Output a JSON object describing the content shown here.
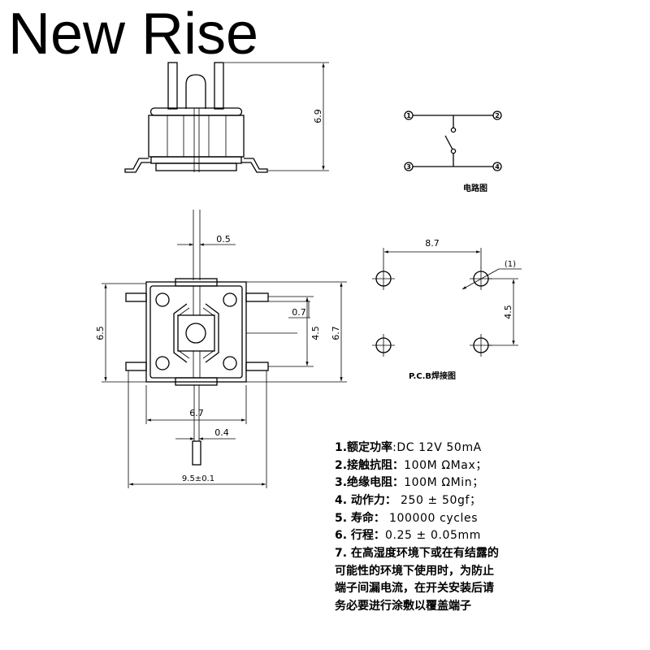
{
  "brand": {
    "title": "New Rise"
  },
  "side_view": {
    "height_dim": "6.9"
  },
  "circuit": {
    "terminals": [
      "1",
      "2",
      "3",
      "4"
    ],
    "caption": "电路图"
  },
  "top_view": {
    "pin_width_top": "0.5",
    "body_height": "6.5",
    "lead_width": "0.7",
    "lead_pitch": "4.5",
    "body_depth": "6.7",
    "body_width": "6.7",
    "pin_width_bottom": "0.4",
    "overall_width": "9.5±0.1"
  },
  "pcb": {
    "pitch_x": "8.7",
    "hole_dia": "(1)",
    "pitch_y": "4.5",
    "caption": "P.C.B焊接图"
  },
  "specs": [
    {
      "label": "1.额定功率",
      "value": ":DC 12V 50mA"
    },
    {
      "label": "2.接触抗阻：",
      "value": "100M ΩMax；"
    },
    {
      "label": "3.绝缘电阻：",
      "value": "100M ΩMin；"
    },
    {
      "label": "4. 动作力：",
      "value": " 250 ± 50gf；"
    },
    {
      "label": "5. 寿命：",
      "value": " 100000 cycles"
    },
    {
      "label": "6. 行程：",
      "value": "0.25 ± 0.05mm"
    }
  ],
  "note_lines": [
    "7. 在高湿度环境下或在有结露的",
    "可能性的环境下使用时，为防止",
    "端子间漏电流，在开关安装后请",
    "务必要进行涂敷以覆盖端子"
  ]
}
